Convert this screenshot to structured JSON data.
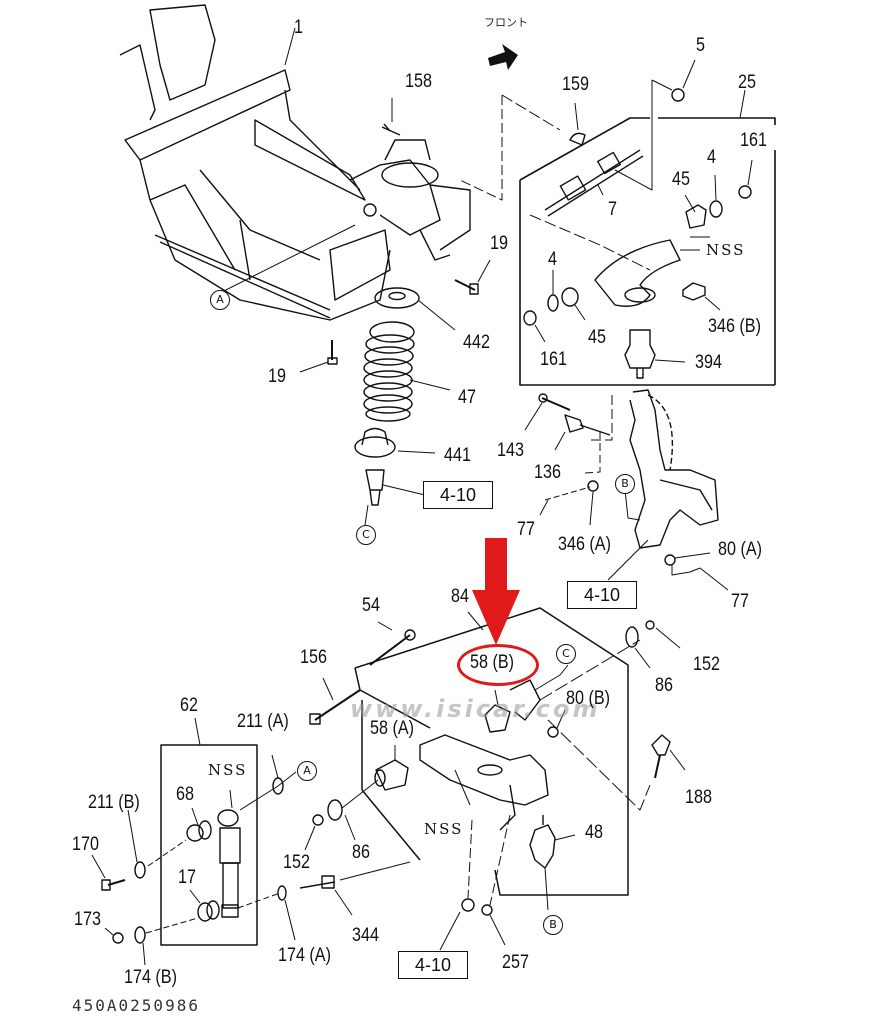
{
  "title": "Front suspension exploded parts diagram",
  "front_label": "フロント",
  "diagram_code": "450A0250986",
  "watermark": "www.isicar.com",
  "highlight": {
    "part": "58 (B)",
    "color": "#e01a1a",
    "indicator": "red-down-arrow-with-oval"
  },
  "nss_label": "NSS",
  "parts": {
    "p1": "1",
    "p158": "158",
    "p159": "159",
    "p5": "5",
    "p25": "25",
    "p161a": "161",
    "p4a": "4",
    "p45a": "45",
    "p7": "7",
    "p19a": "19",
    "p4b": "4",
    "p346b": "346 (B)",
    "p161b": "161",
    "p45b": "45",
    "p442": "442",
    "p394": "394",
    "p19b": "19",
    "p47": "47",
    "p143": "143",
    "p441": "441",
    "p136": "136",
    "p77a": "77",
    "p346a": "346 (A)",
    "p80a": "80 (A)",
    "p77b": "77",
    "p54": "54",
    "p84": "84",
    "p152a": "152",
    "p156": "156",
    "p58b": "58 (B)",
    "p86a": "86",
    "p62": "62",
    "p211a": "211 (A)",
    "p58a": "58 (A)",
    "p80b": "80 (B)",
    "p188": "188",
    "p68": "68",
    "p211b": "211 (B)",
    "p170": "170",
    "p152b": "152",
    "p86b": "86",
    "p48": "48",
    "p17": "17",
    "p173": "173",
    "p174a": "174 (A)",
    "p344": "344",
    "p174b": "174 (B)",
    "p257": "257"
  },
  "refs": {
    "r1": "4-10",
    "r2": "4-10",
    "r3": "4-10"
  },
  "markers": {
    "A": "A",
    "B": "B",
    "C": "C"
  }
}
